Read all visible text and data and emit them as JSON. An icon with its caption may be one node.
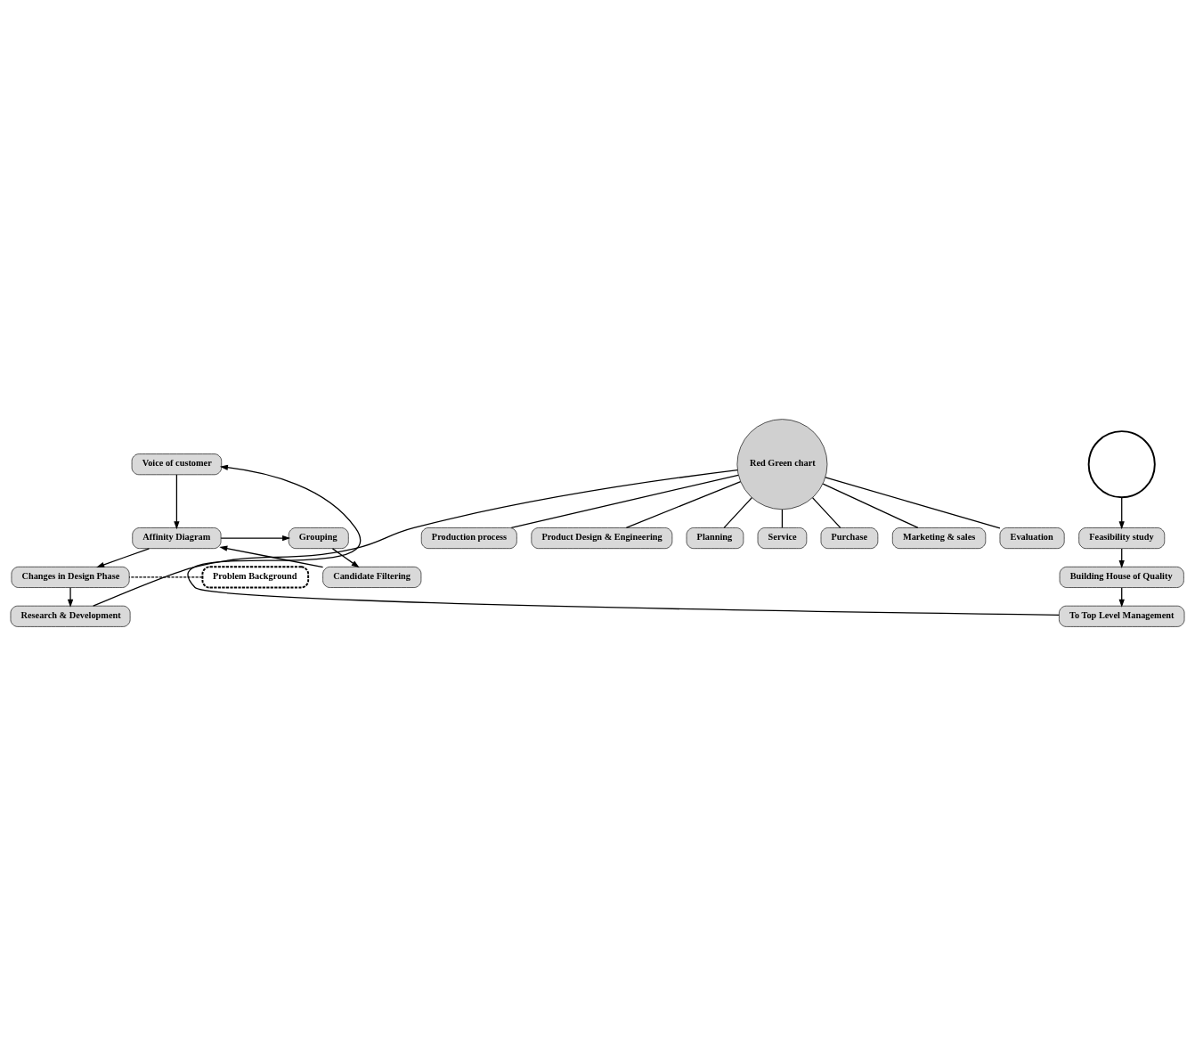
{
  "diagram": {
    "nodes": [
      {
        "text": [
          "Voice of customer"
        ]
      },
      {
        "text": [
          "Affinity Diagram"
        ]
      },
      {
        "text": [
          "Grouping"
        ]
      },
      {
        "text": [
          "Candidate Filtering"
        ]
      },
      {
        "text": [
          "Problem Background"
        ]
      },
      {
        "text": [
          "Changes in Design Phase"
        ]
      },
      {
        "text": [
          "Research & Development"
        ]
      },
      {
        "text": [],
        "shape": "circle"
      },
      {
        "text": [
          "Planning"
        ]
      },
      {
        "text": [
          "Service"
        ]
      },
      {
        "text": [
          "Purchase"
        ]
      },
      {
        "text": [
          "Marketing & sales"
        ]
      },
      {
        "text": [
          "Feasibility study"
        ]
      },
      {
        "text": [
          "Red Green chart"
        ]
      },
      {
        "text": [
          "Evaluation"
        ]
      },
      {
        "text": [
          "Production process"
        ]
      },
      {
        "text": [
          "Building House of Quality"
        ]
      },
      {
        "text": [
          "Product Design & Engineering"
        ]
      },
      {
        "text": [
          "To Top Level Management"
        ]
      }
    ],
    "edges": [
      {
        "from": 0,
        "to": 1,
        "arrow": "to"
      },
      {
        "from": 1,
        "to": 2,
        "arrow": "to"
      },
      {
        "from": 2,
        "to": 3,
        "arrow": "to"
      },
      {
        "from": 3,
        "to": 1,
        "arrow": "to"
      },
      {
        "from": 4,
        "to": 5,
        "arrow": "none",
        "style": "dashed"
      },
      {
        "from": 1,
        "to": 5,
        "arrow": "to"
      },
      {
        "from": 5,
        "to": 6,
        "arrow": "to"
      },
      {
        "from": 13,
        "to": 6,
        "arrow": "none"
      },
      {
        "from": 13,
        "to": 8,
        "arrow": "none"
      },
      {
        "from": 13,
        "to": 9,
        "arrow": "none"
      },
      {
        "from": 13,
        "to": 10,
        "arrow": "none"
      },
      {
        "from": 13,
        "to": 11,
        "arrow": "none"
      },
      {
        "from": 13,
        "to": 14,
        "arrow": "none"
      },
      {
        "from": 13,
        "to": 15,
        "arrow": "none"
      },
      {
        "from": 13,
        "to": 17,
        "arrow": "none"
      },
      {
        "from": 7,
        "to": 12,
        "arrow": "to"
      },
      {
        "from": 12,
        "to": 16,
        "arrow": "to"
      },
      {
        "from": 16,
        "to": 18,
        "arrow": "to"
      },
      {
        "from": 18,
        "to": 0,
        "arrow": "to"
      }
    ]
  }
}
